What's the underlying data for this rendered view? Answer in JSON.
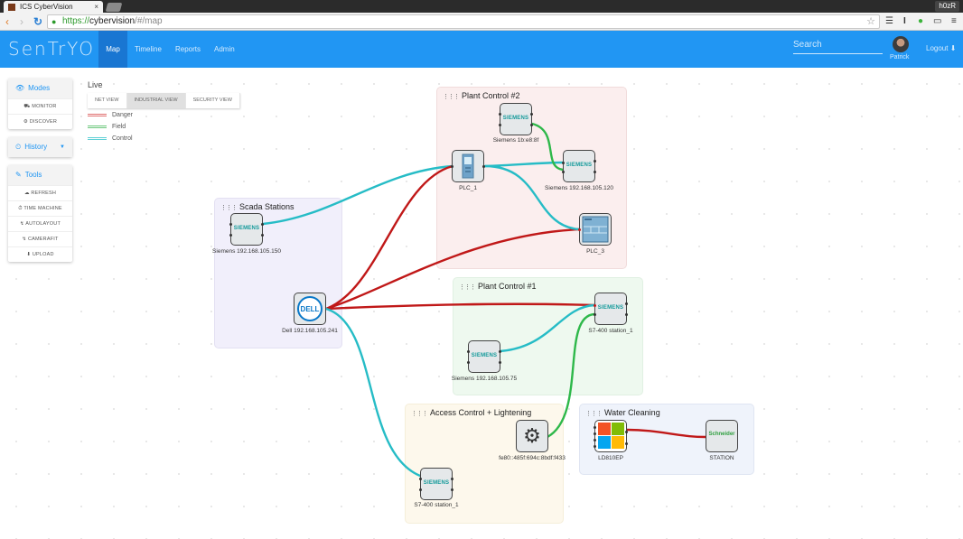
{
  "browser": {
    "tab_title": "ICS CyberVision",
    "tab_close": "×",
    "profile": "h0zR",
    "url_scheme": "https://",
    "url_host": "cybervision",
    "url_path": "/#/map",
    "back": "‹",
    "forward": "›",
    "reload": "↻",
    "lock": "🔒",
    "star": "☆",
    "menu": "≡"
  },
  "header": {
    "logo": "SenTrYO",
    "nav": [
      {
        "label": "Map",
        "active": true
      },
      {
        "label": "Timeline"
      },
      {
        "label": "Reports"
      },
      {
        "label": "Admin"
      }
    ],
    "search_placeholder": "Search",
    "user_name": "Patrick",
    "logout": "Logout ⬇"
  },
  "sidebar": {
    "modes": {
      "title": "Modes",
      "icon": "👁",
      "items": [
        "MONITOR",
        "DISCOVER"
      ],
      "item_icons": [
        "⛟",
        "⚙"
      ]
    },
    "history": {
      "title": "History",
      "icon": "⏲",
      "caret": "▼"
    },
    "tools": {
      "title": "Tools",
      "icon": "✎",
      "items": [
        "REFRESH",
        "TIME MACHINE",
        "AUTOLAYOUT",
        "CAMERAFIT",
        "UPLOAD"
      ],
      "item_icons": [
        "☁",
        "⏱",
        "↯",
        "↯",
        "⬇"
      ]
    }
  },
  "view": {
    "mode_label": "Live",
    "tabs": [
      {
        "label": "NET VIEW"
      },
      {
        "label": "INDUSTRIAL VIEW",
        "active": true
      },
      {
        "label": "SECURITY VIEW"
      }
    ],
    "legend": [
      {
        "label": "Danger",
        "color": "#cc1f1f"
      },
      {
        "label": "Field",
        "color": "#2eb84a"
      },
      {
        "label": "Control",
        "color": "#22c0c8"
      }
    ]
  },
  "groups": [
    {
      "name": "Plant Control #2"
    },
    {
      "name": "Scada Stations"
    },
    {
      "name": "Plant Control #1"
    },
    {
      "name": "Access Control + Lightening"
    },
    {
      "name": "Water Cleaning"
    }
  ],
  "nodes": {
    "siemens_1b": {
      "label": "Siemens 1b:e8:8f",
      "vendor": "SIEMENS"
    },
    "plc_1": {
      "label": "PLC_1"
    },
    "siemens_120": {
      "label": "Siemens 192.168.105.120",
      "vendor": "SIEMENS"
    },
    "plc_3": {
      "label": "PLC_3"
    },
    "siemens_150": {
      "label": "Siemens 192.168.105.150",
      "vendor": "SIEMENS"
    },
    "dell_241": {
      "label": "Dell 192.168.105.241",
      "vendor": "DELL"
    },
    "s7_400_pc1": {
      "label": "S7-400 station_1",
      "vendor": "SIEMENS"
    },
    "siemens_75": {
      "label": "Siemens 192.168.105.75",
      "vendor": "SIEMENS"
    },
    "fe80": {
      "label": "fe80::485f:694c:8bdf:f433",
      "icon": "⚙"
    },
    "s7_400_ac": {
      "label": "S7-400 station_1",
      "vendor": "SIEMENS"
    },
    "ld810ep": {
      "label": "LD810EP"
    },
    "station": {
      "label": "STATION",
      "vendor": "Schneider"
    }
  },
  "links": [
    {
      "from": "siemens_150",
      "to": "plc_1",
      "type": "Control"
    },
    {
      "from": "dell_241",
      "to": "plc_1",
      "type": "Danger"
    },
    {
      "from": "dell_241",
      "to": "plc_3",
      "type": "Danger"
    },
    {
      "from": "dell_241",
      "to": "s7_400_pc1",
      "type": "Danger"
    },
    {
      "from": "dell_241",
      "to": "s7_400_ac",
      "type": "Control"
    },
    {
      "from": "plc_1",
      "to": "siemens_120",
      "type": "Control"
    },
    {
      "from": "plc_1",
      "to": "plc_3",
      "type": "Control"
    },
    {
      "from": "siemens_1b",
      "to": "siemens_120",
      "type": "Field"
    },
    {
      "from": "siemens_75",
      "to": "s7_400_pc1",
      "type": "Control"
    },
    {
      "from": "fe80",
      "to": "s7_400_pc1",
      "type": "Field"
    },
    {
      "from": "ld810ep",
      "to": "station",
      "type": "Danger"
    }
  ]
}
